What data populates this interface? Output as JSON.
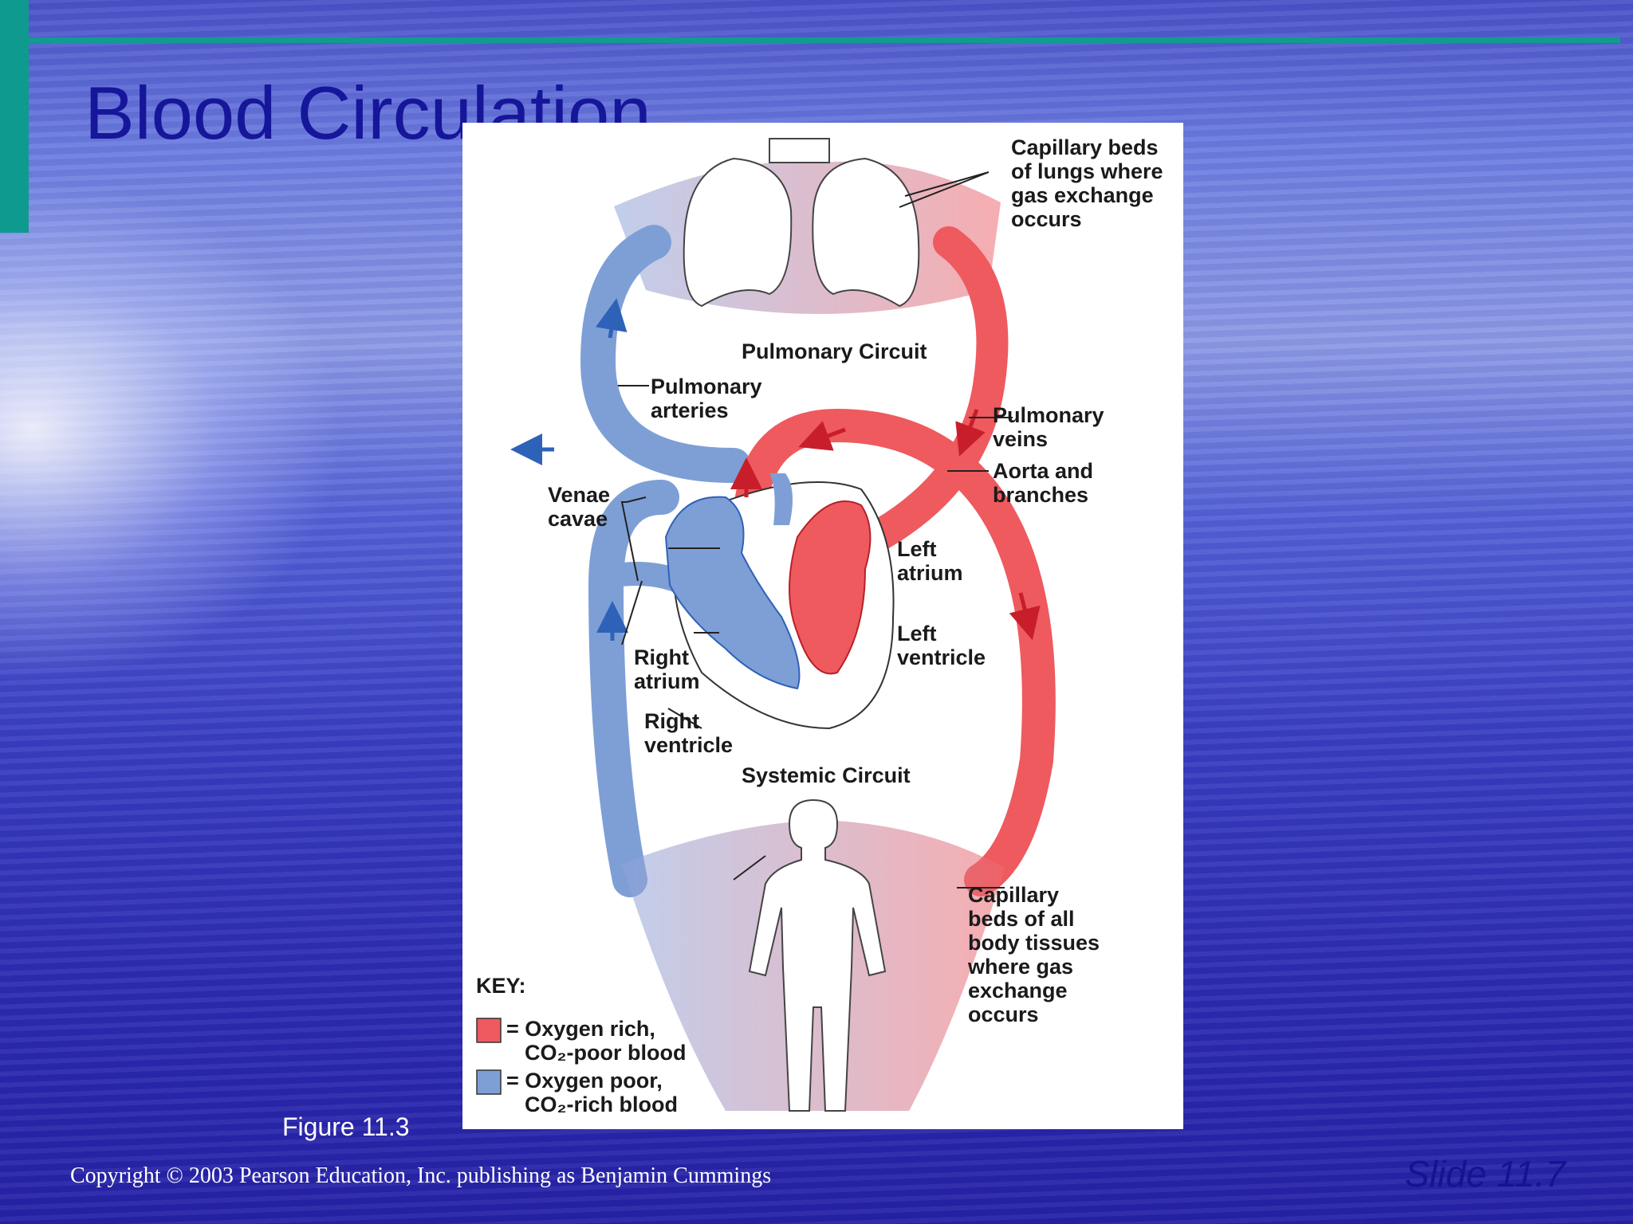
{
  "slide": {
    "title": "Blood Circulation",
    "figure_caption": "Figure 11.3",
    "copyright": "Copyright © 2003 Pearson Education, Inc. publishing as Benjamin Cummings",
    "slide_number": "Slide 11.7"
  },
  "diagram": {
    "labels": {
      "capillary_lungs": [
        "Capillary beds",
        "of lungs where",
        "gas exchange",
        "occurs"
      ],
      "pulmonary_circuit": "Pulmonary Circuit",
      "pulmonary_arteries": [
        "Pulmonary",
        "arteries"
      ],
      "pulmonary_veins": [
        "Pulmonary",
        "veins"
      ],
      "aorta": [
        "Aorta and",
        "branches"
      ],
      "venae_cavae": [
        "Venae",
        "cavae"
      ],
      "left_atrium": [
        "Left",
        "atrium"
      ],
      "left_ventricle": [
        "Left",
        "ventricle"
      ],
      "right_atrium": [
        "Right",
        "atrium"
      ],
      "right_ventricle": [
        "Right",
        "ventricle"
      ],
      "systemic_circuit": "Systemic Circuit",
      "capillary_body": [
        "Capillary",
        "beds of all",
        "body tissues",
        "where gas",
        "exchange",
        "occurs"
      ]
    },
    "key": {
      "title": "KEY:",
      "oxygen_rich_line1": "= Oxygen rich,",
      "oxygen_rich_line2": "CO₂-poor blood",
      "oxygen_poor_line1": "= Oxygen poor,",
      "oxygen_poor_line2": "CO₂-rich blood"
    },
    "colors": {
      "oxygen_rich": "#ee5a5e",
      "oxygen_poor": "#7e9fd6"
    }
  },
  "colors": {
    "title": "#16169a",
    "accent_bar": "#0f9a8f",
    "slide_number": "#14148f"
  }
}
